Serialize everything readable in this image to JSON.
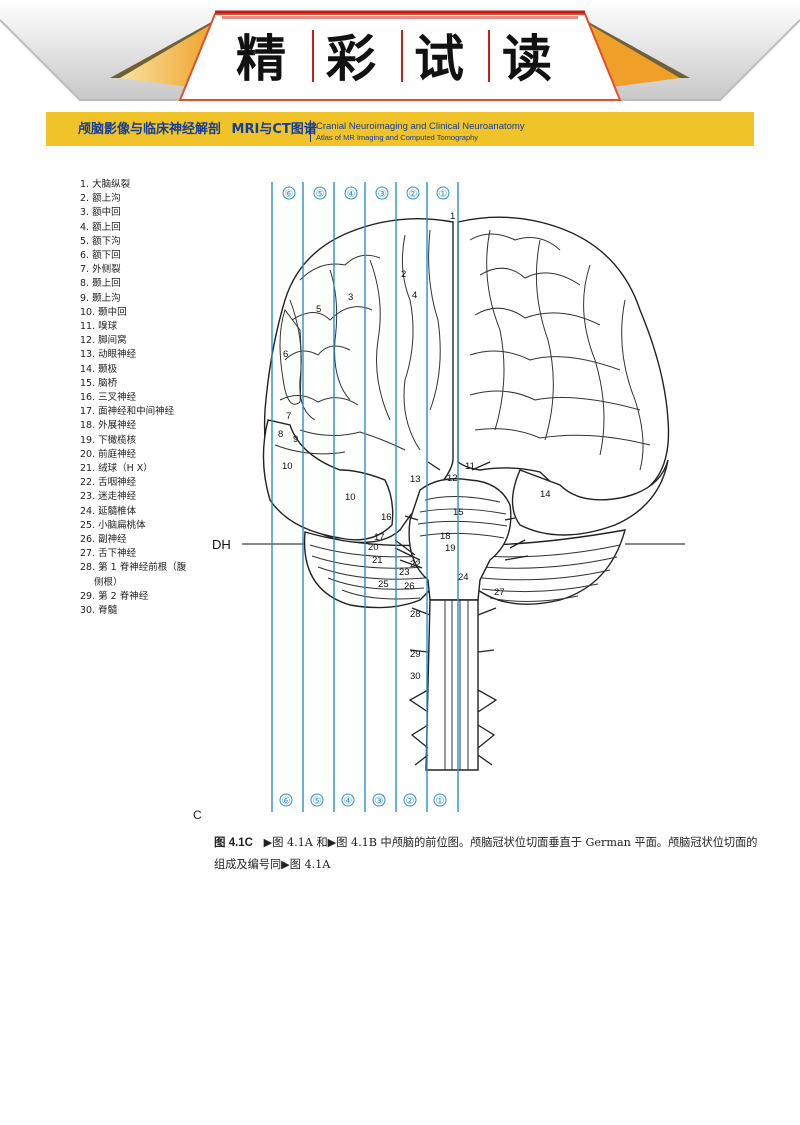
{
  "banner": {
    "chars": [
      "精",
      "彩",
      "试",
      "读"
    ]
  },
  "header": {
    "title_zh": "颅脑影像与临床神经解剖",
    "title_suffix": "MRI与CT图谱",
    "title_en": "Cranial Neuroimaging and Clinical Neuroanatomy",
    "subtitle_en": "Atlas of MR Imaging and Computed Tomography"
  },
  "legend": [
    "1. 大脑纵裂",
    "2. 额上沟",
    "3. 额中回",
    "4. 额上回",
    "5. 额下沟",
    "6. 额下回",
    "7. 外侧裂",
    "8. 颞上回",
    "9. 颞上沟",
    "10. 颞中回",
    "11. 嗅球",
    "12. 脚间窝",
    "13. 动眼神经",
    "14. 颞极",
    "15. 脑桥",
    "16. 三叉神经",
    "17. 面神经和中间神经",
    "18. 外展神经",
    "19. 下橄榄核",
    "20. 前庭神经",
    "21. 绒球（H X）",
    "22. 舌咽神经",
    "23. 迷走神经",
    "24. 延髓椎体",
    "25. 小脑扁桃体",
    "26. 副神经",
    "27. 舌下神经",
    "28. 第 1 脊神经前根（腹",
    "侧根）",
    "29. 第 2 脊神经",
    "30. 脊髓"
  ],
  "figure": {
    "section_labels": [
      "⑥",
      "⑤",
      "④",
      "③",
      "②",
      "①"
    ],
    "plane_label": "DH",
    "panel_letter": "C",
    "structure_numbers": [
      "1",
      "2",
      "3",
      "4",
      "5",
      "6",
      "7",
      "8",
      "9",
      "10",
      "10",
      "11",
      "12",
      "13",
      "14",
      "15",
      "16",
      "17",
      "18",
      "19",
      "20",
      "21",
      "22",
      "23",
      "24",
      "25",
      "26",
      "27",
      "28",
      "29",
      "30"
    ]
  },
  "caption": {
    "fig_no": "图 4.1C",
    "text": "▶图 4.1A 和▶图 4.1B 中颅脑的前位图。颅脑冠状位切面垂直于 German 平面。颅脑冠状位切面的组成及编号同▶图 4.1A"
  },
  "colors": {
    "banner_orange": "#f0a028",
    "header_yellow": "#f0c328",
    "header_text": "#163d96",
    "section_line": "#2a8fc9"
  }
}
